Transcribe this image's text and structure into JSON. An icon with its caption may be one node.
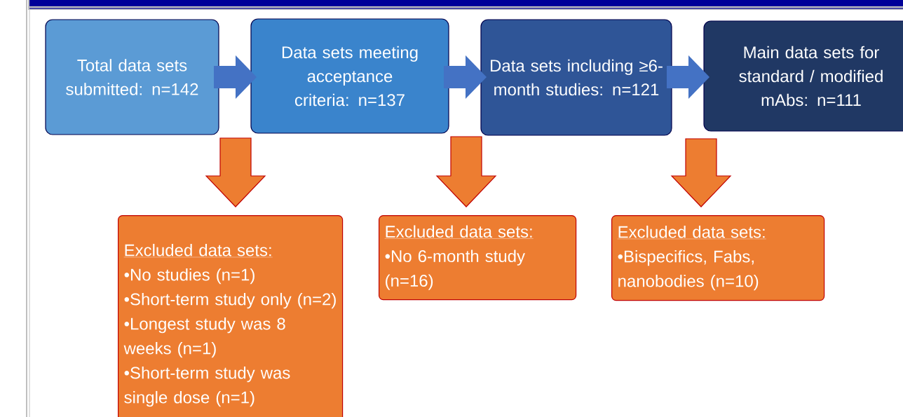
{
  "diagram": {
    "nodes": [
      {
        "text": [
          "Total data sets submitted: n=142"
        ]
      },
      {
        "text": [
          "Data sets meeting acceptance criteria: n=137"
        ]
      },
      {
        "text": [
          "Data sets including ≥6-month studies: n=121"
        ]
      },
      {
        "text": [
          "Main data sets for standard / modified mAbs: n=111"
        ]
      },
      {
        "text": [
          "Excluded data sets:",
          "•No studies (n=1)",
          "•Short-term study only (n=2)",
          "•Longest study was 8 weeks (n=1)",
          "•Short-term study was single dose (n=1)"
        ]
      },
      {
        "text": [
          "Excluded data sets:",
          "•No 6-month study (n=16)"
        ]
      },
      {
        "text": [
          "Excluded data sets:",
          "•Bispecifics, Fabs, nanobodies (n=10)"
        ]
      }
    ],
    "edges": [
      {
        "from": 0,
        "to": 1,
        "arrow": "to",
        "color": "#4472c4"
      },
      {
        "from": 1,
        "to": 2,
        "arrow": "to",
        "color": "#4472c4"
      },
      {
        "from": 2,
        "to": 3,
        "arrow": "to",
        "color": "#4472c4"
      },
      {
        "from": 0,
        "to": 4,
        "arrow": "to",
        "color": "#ed7d31"
      },
      {
        "from": 1,
        "to": 5,
        "arrow": "to",
        "color": "#ed7d31"
      },
      {
        "from": 2,
        "to": 6,
        "arrow": "to",
        "color": "#ed7d31"
      }
    ]
  }
}
